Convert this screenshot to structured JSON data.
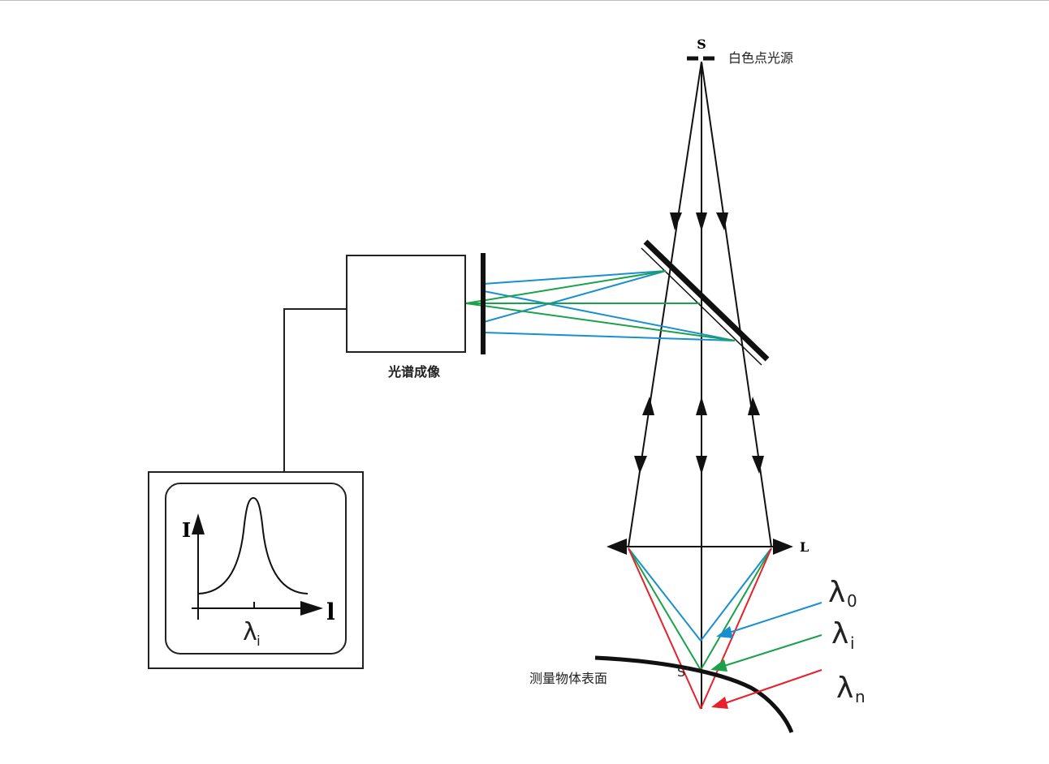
{
  "labels": {
    "source_symbol": "S",
    "source_name": "白色点光源",
    "spectral_imaging": "光谱成像",
    "lens_symbol": "L",
    "focus_point": "S’",
    "surface_name": "测量物体表面",
    "lambda0": "λ",
    "lambda0_sub": "0",
    "lambdai": "λ",
    "lambdai_sub": "i",
    "lambdan": "λ",
    "lambdan_sub": "n",
    "graph_y": "I",
    "graph_x": "l",
    "graph_peak": "λ",
    "graph_peak_sub": "i"
  },
  "colors": {
    "blue": "#1a8fd0",
    "green": "#1aa24a",
    "red": "#e8202a",
    "black": "#111111"
  }
}
